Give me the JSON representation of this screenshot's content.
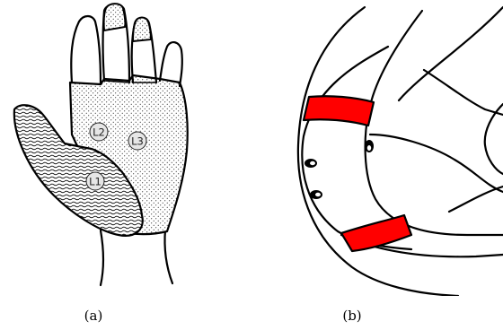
{
  "panels": [
    {
      "id": "a",
      "caption": "(a)",
      "regions": [
        {
          "label": "L1"
        },
        {
          "label": "L2"
        },
        {
          "label": "L3"
        }
      ]
    },
    {
      "id": "b",
      "caption": "(b)"
    }
  ],
  "colors": {
    "band": "#ff0000",
    "stroke": "#000000",
    "label_disc": "#e6e6e6"
  }
}
